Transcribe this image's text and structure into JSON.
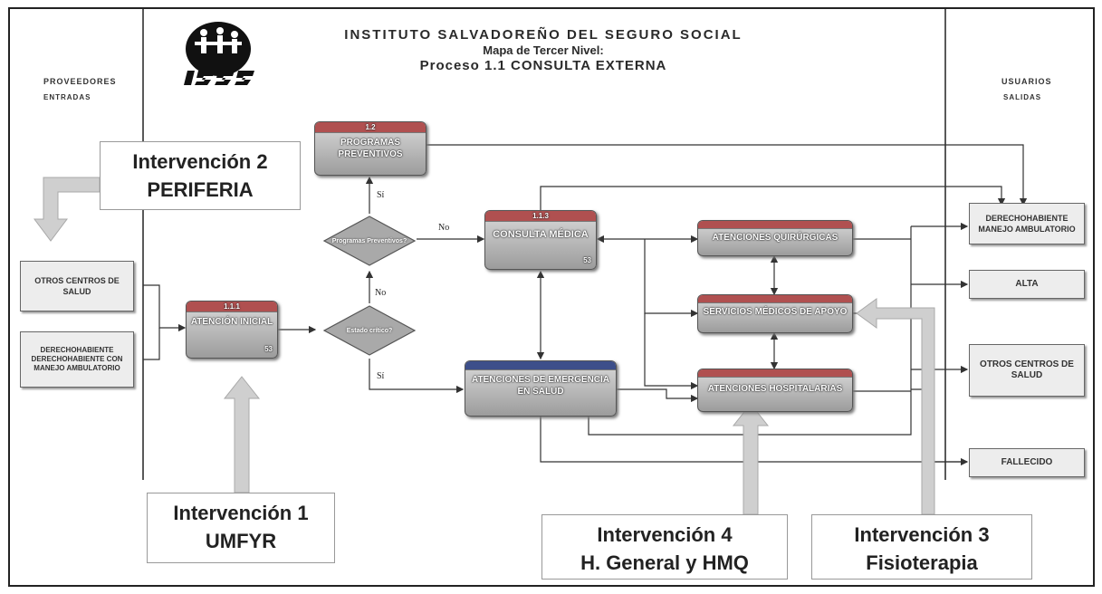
{
  "header": {
    "line1": "INSTITUTO SALVADOREÑO DEL SEGURO SOCIAL",
    "line2": "Mapa de Tercer Nivel:",
    "line3": "Proceso 1.1 CONSULTA EXTERNA"
  },
  "columns": {
    "providers": "PROVEEDORES",
    "inputs": "ENTRADAS",
    "users": "USUARIOS",
    "outputs": "SALIDAS"
  },
  "inputs": {
    "otros_centros": "OTROS CENTROS DE SALUD",
    "derechohabiente": "DERECHOHABIENTE DERECHOHABIENTE CON MANEJO AMBULATORIO"
  },
  "processes": {
    "programas": {
      "code": "1.2",
      "label": "PROGRAMAS PREVENTIVOS"
    },
    "atencion_inicial": {
      "code": "1.1.1",
      "label": "ATENCIÓN INICIAL",
      "ref": "53"
    },
    "consulta": {
      "code": "1.1.3",
      "label": "CONSULTA MÉDICA",
      "ref": "53"
    },
    "emergencia": {
      "label": "ATENCIONES DE EMERGENCIA EN SALUD"
    },
    "quirurgicas": {
      "label": "ATENCIONES QUIRÚRGICAS"
    },
    "apoyo": {
      "label": "SERVICIOS MÉDICOS DE APOYO"
    },
    "hospitalarias": {
      "label": "ATENCIONES HOSPITALARIAS"
    }
  },
  "decisions": {
    "programas": "Programas Preventivos?",
    "urgente": "Estado crítico?"
  },
  "edge_labels": {
    "si_top": "Sí",
    "no_right": "No",
    "no_mid": "No",
    "si_bottom": "Sí"
  },
  "outputs": {
    "derechohabiente": "DERECHOHABIENTE MANEJO AMBULATORIO",
    "alta": "ALTA",
    "otros": "OTROS CENTROS DE SALUD",
    "fallecido": "FALLECIDO"
  },
  "interventions": {
    "i1": {
      "line1": "Intervención 1",
      "line2": "UMFYR"
    },
    "i2": {
      "line1": "Intervención 2",
      "line2": "PERIFERIA"
    },
    "i3": {
      "line1": "Intervención 3",
      "line2": "Fisioterapia"
    },
    "i4": {
      "line1": "Intervención 4",
      "line2": "H. General y HMQ"
    }
  },
  "colors": {
    "box_top": "#d9d9d9",
    "box_bottom": "#9c9c9c",
    "cap": "#b05050",
    "arrow": "#c8c8c8"
  }
}
